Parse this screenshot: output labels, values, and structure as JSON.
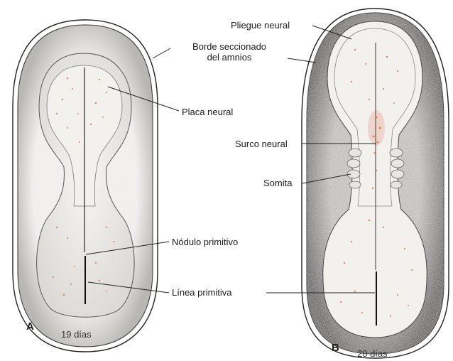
{
  "panels": {
    "a": {
      "letter": "A",
      "days": "19 días"
    },
    "b": {
      "letter": "B",
      "days": "20 días"
    }
  },
  "labels": {
    "neural_fold": "Pliegue neural",
    "amnion_edge_line1": "Borde seccionado",
    "amnion_edge_line2": "del amnios",
    "neural_plate": "Placa neural",
    "neural_groove": "Surco neural",
    "somite": "Somita",
    "primitive_node": "Nódulo primitivo",
    "primitive_streak": "Línea primitiva"
  },
  "colors": {
    "stipple_dark": "#555555",
    "cells": "#d9582a",
    "line": "#222222"
  }
}
